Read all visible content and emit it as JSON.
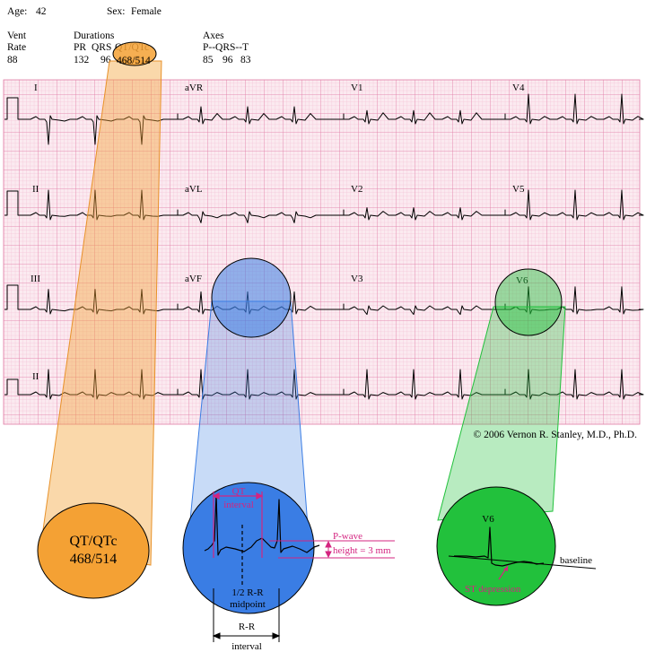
{
  "header": {
    "age_label": "Age:",
    "age_value": "42",
    "sex_label": "Sex:",
    "sex_value": "Female",
    "vent": "Vent",
    "rate": "Rate",
    "rate_value": "88",
    "durations": "Durations",
    "pr": "PR",
    "qrs": "QRS",
    "qt_qtc": "QT/QTc",
    "pr_value": "132",
    "qrs_value": "96",
    "qt_value": "468/514",
    "axes": "Axes",
    "axes_labels": "P--QRS--T",
    "p_axis": "85",
    "qrs_axis": "96",
    "t_axis": "83"
  },
  "leads": {
    "I": "I",
    "II": "II",
    "III": "III",
    "II_rhythm": "II",
    "aVR": "aVR",
    "aVL": "aVL",
    "aVF": "aVF",
    "V1": "V1",
    "V2": "V2",
    "V3": "V3",
    "V4": "V4",
    "V5": "V5",
    "V6": "V6"
  },
  "copyright": "© 2006 Vernon R. Stanley, M.D., Ph.D.",
  "callouts": {
    "qt_circle_line1": "QT/QTc",
    "qt_circle_line2": "468/514",
    "qt_interval_line1": "QT",
    "qt_interval_line2": "interval",
    "pwave_line1": "P-wave",
    "pwave_line2": "height = 3 mm",
    "midpoint_line1": "1/2 R-R",
    "midpoint_line2": "midpoint",
    "rr_line1": "R-R",
    "rr_line2": "interval",
    "v6_label": "V6",
    "baseline": "baseline",
    "st_depression": "ST depression"
  },
  "colors": {
    "grid_bg": "#fbeaf0",
    "grid_minor": "#f0a8c4",
    "grid_major": "#e07aa4",
    "orange": "#f4a134",
    "blue": "#3a7de4",
    "green": "#22c13c",
    "magenta": "#d42480"
  }
}
